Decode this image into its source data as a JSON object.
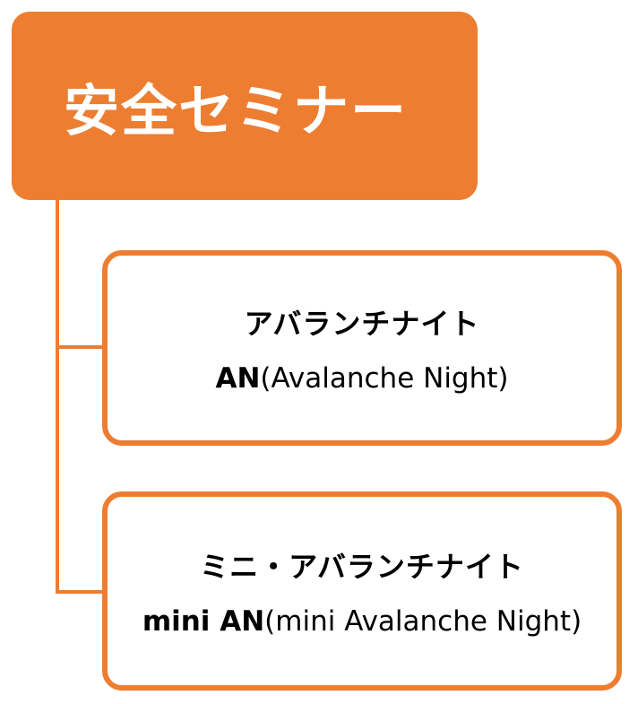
{
  "root": {
    "title": "安全セミナー"
  },
  "children": [
    {
      "title_jp": "アバランチナイト",
      "abbr": "AN",
      "full": "(Avalanche Night)"
    },
    {
      "title_jp": "ミニ・アバランチナイト",
      "abbr": "mini AN",
      "full": "(mini Avalanche Night)"
    }
  ],
  "colors": {
    "accent": "#ED7D31",
    "text": "#000000",
    "root_text": "#FFFFFF"
  }
}
